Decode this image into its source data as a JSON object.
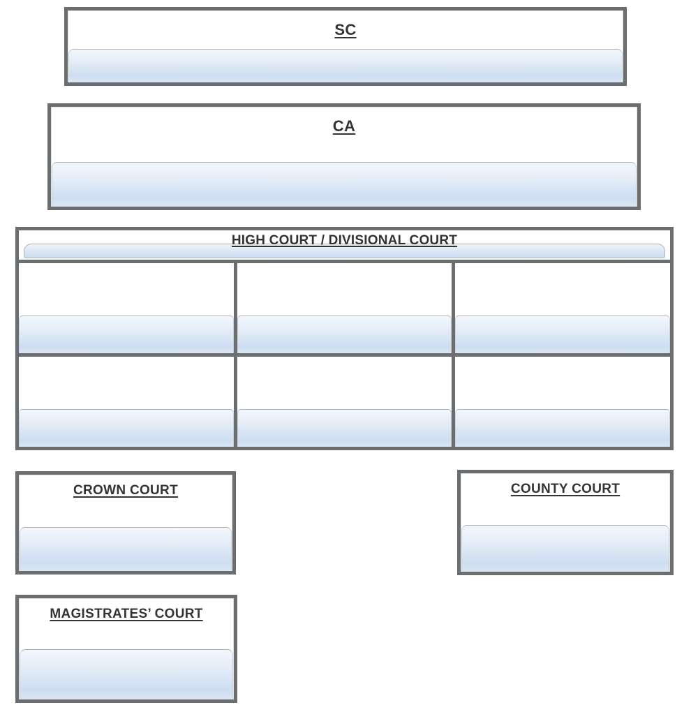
{
  "diagram": {
    "nodes": {
      "sc": {
        "label": "SC"
      },
      "ca": {
        "label": "CA"
      },
      "high_court": {
        "label": "HIGH COURT / DIVISIONAL COURT",
        "grid": {
          "rows": 2,
          "columns": 3
        }
      },
      "crown_court": {
        "label": "CROWN COURT"
      },
      "county_court": {
        "label": "COUNTY COURT"
      },
      "magistrates_court": {
        "label": "MAGISTRATES’ COURT"
      }
    },
    "colors": {
      "box_border": "#6b6e71",
      "fill_gradient_top": "#f3f7fb",
      "fill_gradient_bottom": "#cdddf1",
      "divider_line": "#a9b1b9",
      "label_text": "#343434",
      "background": "#ffffff"
    }
  }
}
